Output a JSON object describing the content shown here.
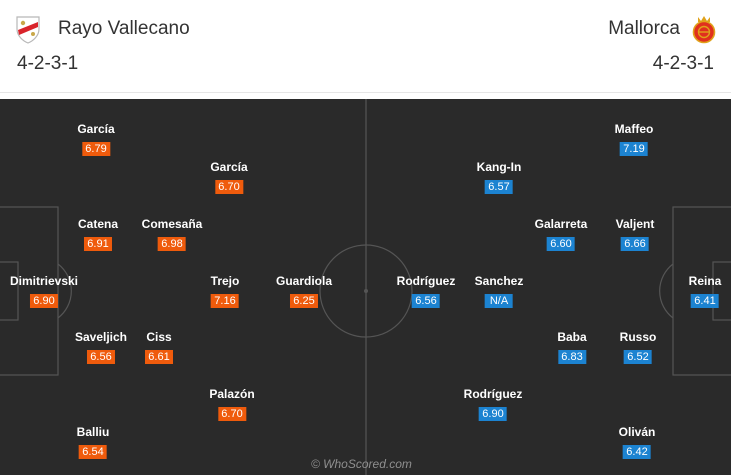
{
  "home": {
    "name": "Rayo Vallecano",
    "formation": "4-2-3-1",
    "crest_color": "#d9242b",
    "players": [
      {
        "name": "García",
        "rating": "6.79"
      },
      {
        "name": "García",
        "rating": "6.70"
      },
      {
        "name": "Catena",
        "rating": "6.91"
      },
      {
        "name": "Comesaña",
        "rating": "6.98"
      },
      {
        "name": "Dimitrievski",
        "rating": "6.90"
      },
      {
        "name": "Trejo",
        "rating": "7.16"
      },
      {
        "name": "Guardiola",
        "rating": "6.25"
      },
      {
        "name": "Saveljich",
        "rating": "6.56"
      },
      {
        "name": "Ciss",
        "rating": "6.61"
      },
      {
        "name": "Palazón",
        "rating": "6.70"
      },
      {
        "name": "Balliu",
        "rating": "6.54"
      }
    ]
  },
  "away": {
    "name": "Mallorca",
    "formation": "4-2-3-1",
    "crest_color": "#e0301e",
    "players": [
      {
        "name": "Maffeo",
        "rating": "7.19"
      },
      {
        "name": "Kang-In",
        "rating": "6.57"
      },
      {
        "name": "Galarreta",
        "rating": "6.60"
      },
      {
        "name": "Valjent",
        "rating": "6.66"
      },
      {
        "name": "Reina",
        "rating": "6.41"
      },
      {
        "name": "Rodríguez",
        "rating": "6.56"
      },
      {
        "name": "Sanchez",
        "rating": "N/A"
      },
      {
        "name": "Baba",
        "rating": "6.83"
      },
      {
        "name": "Russo",
        "rating": "6.52"
      },
      {
        "name": "Rodríguez",
        "rating": "6.90"
      },
      {
        "name": "Oliván",
        "rating": "6.42"
      }
    ]
  },
  "colors": {
    "home_rating": "#ef5b0c",
    "away_rating": "#1c83d1",
    "pitch": "#2a2a2a",
    "lines": "#555555"
  },
  "watermark": "© WhoScored.com"
}
